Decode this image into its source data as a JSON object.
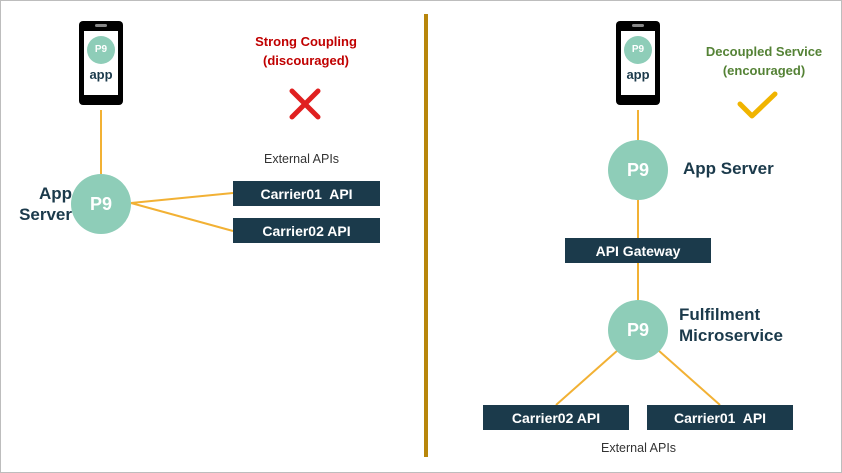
{
  "left": {
    "caption": {
      "line1": "Strong Coupling",
      "line2": "(discouraged)"
    },
    "caption_color": "#c00000",
    "mark_icon": "cross-icon",
    "phone": {
      "logo": "P9",
      "label": "app"
    },
    "server": {
      "logo": "P9",
      "label_line1": "App",
      "label_line2": "Server"
    },
    "external_apis_label": "External APIs",
    "apis": [
      "Carrier01  API",
      "Carrier02 API"
    ]
  },
  "right": {
    "caption": {
      "line1": "Decoupled Service",
      "line2": "(encouraged)"
    },
    "caption_color": "#548235",
    "mark_icon": "check-icon",
    "phone": {
      "logo": "P9",
      "label": "app"
    },
    "app_server": {
      "logo": "P9",
      "label": "App Server"
    },
    "gateway": "API Gateway",
    "fulfilment": {
      "logo": "P9",
      "label_line1": "Fulfilment",
      "label_line2": "Microservice"
    },
    "apis": [
      "Carrier02 API",
      "Carrier01  API"
    ],
    "external_apis_label": "External APIs"
  },
  "colors": {
    "node_fill": "#8ecdb8",
    "box_fill": "#1b3a4b",
    "connector": "#f2b134",
    "divider": "#b8860b",
    "cross": "#e02020",
    "check": "#f0b400"
  }
}
